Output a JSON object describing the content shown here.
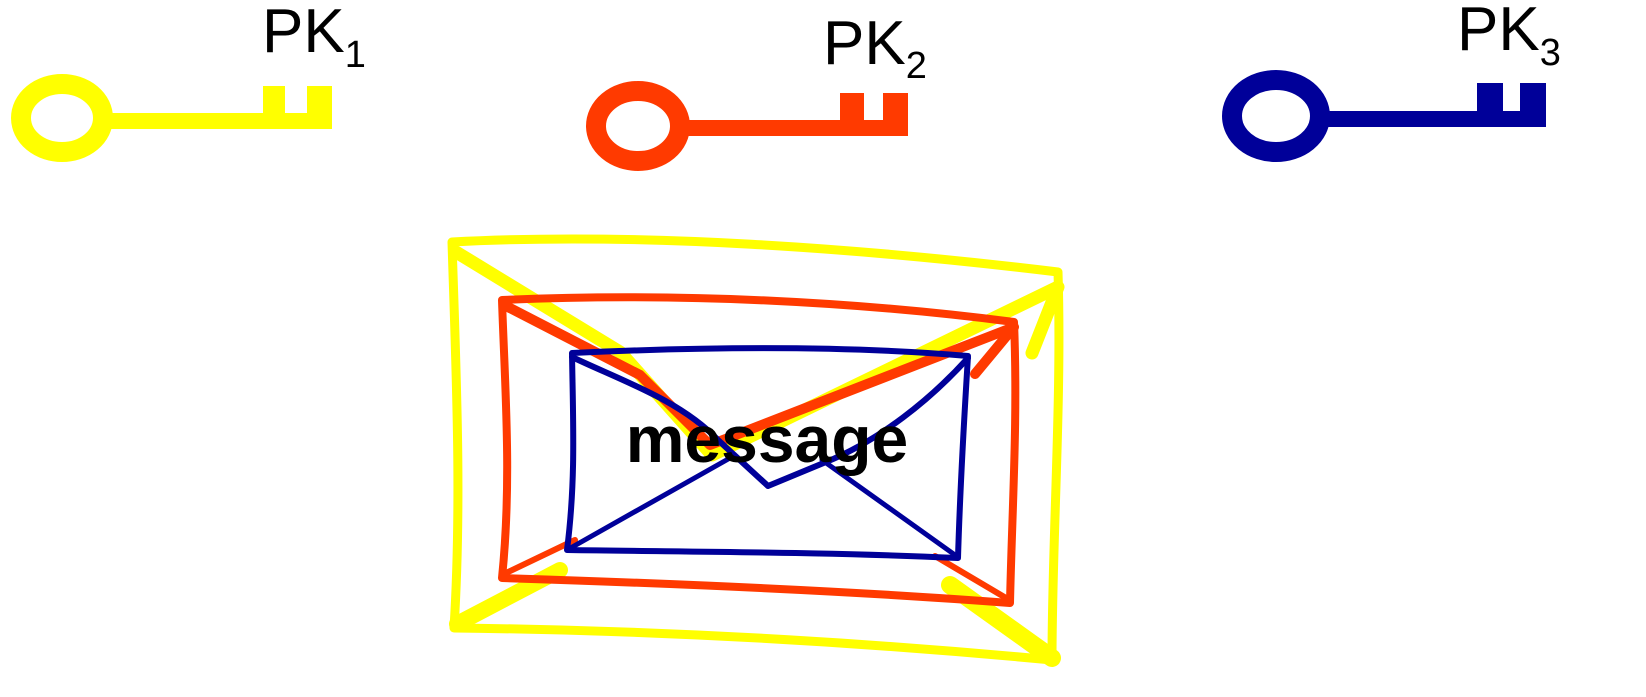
{
  "keys": [
    {
      "label": "PK",
      "subscript": "1",
      "color": "#FFFF00",
      "icon": "key-icon"
    },
    {
      "label": "PK",
      "subscript": "2",
      "color": "#FF3A00",
      "icon": "key-icon"
    },
    {
      "label": "PK",
      "subscript": "3",
      "color": "#000099",
      "icon": "key-icon"
    }
  ],
  "envelopes": [
    {
      "layer": "outer",
      "color": "#FFFF00",
      "icon": "envelope-icon"
    },
    {
      "layer": "middle",
      "color": "#FF3A00",
      "icon": "envelope-icon"
    },
    {
      "layer": "inner",
      "color": "#000099",
      "icon": "envelope-icon"
    }
  ],
  "message": "message"
}
